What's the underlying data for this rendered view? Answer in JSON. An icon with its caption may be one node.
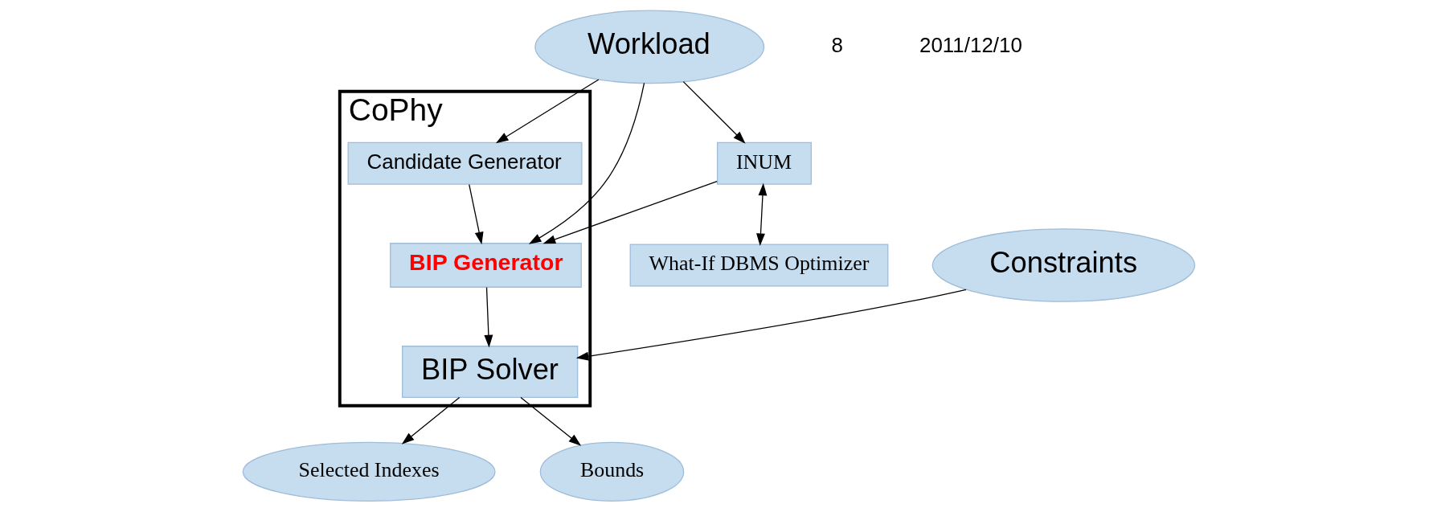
{
  "diagram": {
    "nodes": [
      {
        "text": [
          "Workload"
        ]
      },
      {
        "text": [
          "CoPhy"
        ]
      },
      {
        "text": [
          "Candidate Generator"
        ],
        "in": 1
      },
      {
        "text": [
          "BIP Generator"
        ],
        "in": 1
      },
      {
        "text": [
          "BIP Solver"
        ],
        "in": 1
      },
      {
        "text": [
          "INUM"
        ]
      },
      {
        "text": [
          "What-If DBMS Optimizer"
        ]
      },
      {
        "text": [
          "Constraints"
        ]
      },
      {
        "text": [
          "Selected Indexes"
        ]
      },
      {
        "text": [
          "Bounds"
        ]
      }
    ],
    "edges": [
      {
        "from": 0,
        "to": 2,
        "arrow": "to"
      },
      {
        "from": 0,
        "to": 3,
        "arrow": "to"
      },
      {
        "from": 0,
        "to": 5,
        "arrow": "to"
      },
      {
        "from": 2,
        "to": 3,
        "arrow": "to"
      },
      {
        "from": 5,
        "to": 3,
        "arrow": "to"
      },
      {
        "from": 5,
        "to": 6,
        "arrow": "both"
      },
      {
        "from": 3,
        "to": 4,
        "arrow": "to"
      },
      {
        "from": 7,
        "to": 4,
        "arrow": "to"
      },
      {
        "from": 4,
        "to": 8,
        "arrow": "to"
      },
      {
        "from": 4,
        "to": 9,
        "arrow": "to"
      }
    ],
    "labels": [
      "8",
      "2011/12/10"
    ]
  }
}
